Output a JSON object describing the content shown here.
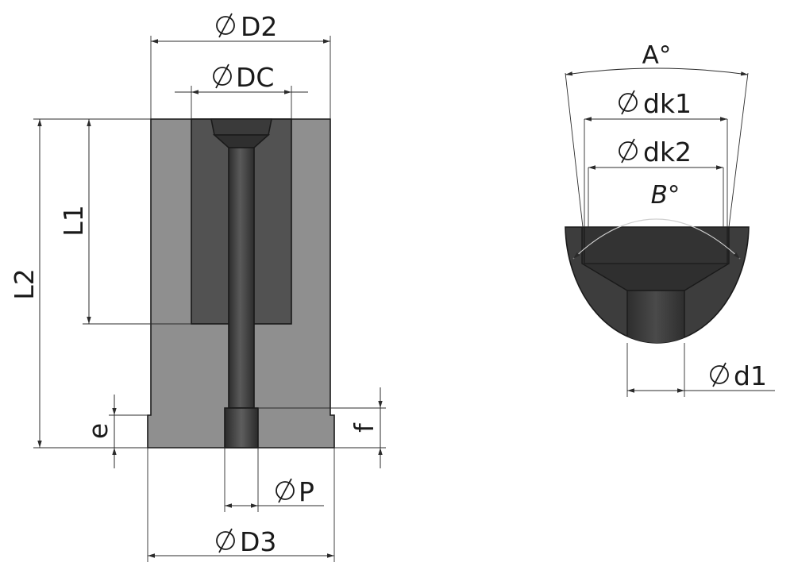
{
  "labels": {
    "D2": "D2",
    "DC": "DC",
    "L1": "L1",
    "L2": "L2",
    "e": "e",
    "f": "f",
    "P": "P",
    "D3": "D3",
    "A": "A°",
    "dk1": "dk1",
    "dk2": "dk2",
    "B": "B°",
    "d1": "d1"
  },
  "colors": {
    "body": "#8f8f8f",
    "bore": "#525252",
    "pin": "#3f3f3f",
    "dark": "#2e2e2e",
    "edge": "#1a1a1a"
  }
}
